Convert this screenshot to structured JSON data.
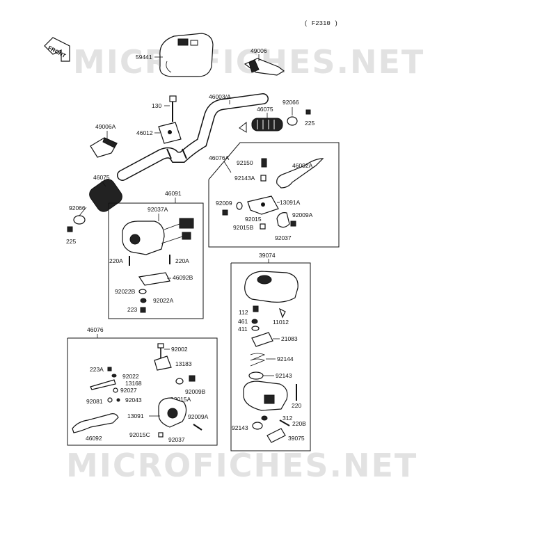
{
  "diagram_code": "( F2310 )",
  "front_arrow": "FRONT",
  "watermarks": [
    "MICROFICHES.NET",
    "MICROFICHES.NET"
  ],
  "labels": {
    "p59441": "59441",
    "p49006": "49006",
    "p130": "130",
    "p46003A": "46003/A",
    "p92066a": "92066",
    "p46075a": "46075",
    "p225a": "225",
    "p49006A": "49006A",
    "p46012": "46012",
    "p46076A": "46076A",
    "p46092A": "46092A",
    "p92150": "92150",
    "p92143A": "92143A",
    "p13091A": "13091A",
    "p92009a": "92009",
    "p92015a": "92015",
    "p92009A": "92009A",
    "p92015B": "92015B",
    "p92037a": "92037",
    "p46075b": "46075",
    "p92066b": "92066",
    "p225b": "225",
    "p46091": "46091",
    "p92037A": "92037A",
    "p220Aa": "220A",
    "p220Ab": "220A",
    "p46092B": "46092B",
    "p92022B": "92022B",
    "p92022A": "92022A",
    "p223": "223",
    "p39074": "39074",
    "p112": "112",
    "p461": "461",
    "p411": "411",
    "p11012": "11012",
    "p21083": "21083",
    "p92144": "92144",
    "p92143a": "92143",
    "p220": "220",
    "p312": "312",
    "p220B": "220B",
    "p92143b": "92143",
    "p39075": "39075",
    "p46076": "46076",
    "p92002": "92002",
    "p13183": "13183",
    "p223A": "223A",
    "p92022": "92022",
    "p13168": "13168",
    "p92027": "92027",
    "p92081": "92081",
    "p92043": "92043",
    "p92009B": "92009B",
    "p92015A": "92015A",
    "p13091": "13091",
    "p92009Ab": "92009A",
    "p92015C": "92015C",
    "p92037b": "92037",
    "p46092": "46092"
  }
}
